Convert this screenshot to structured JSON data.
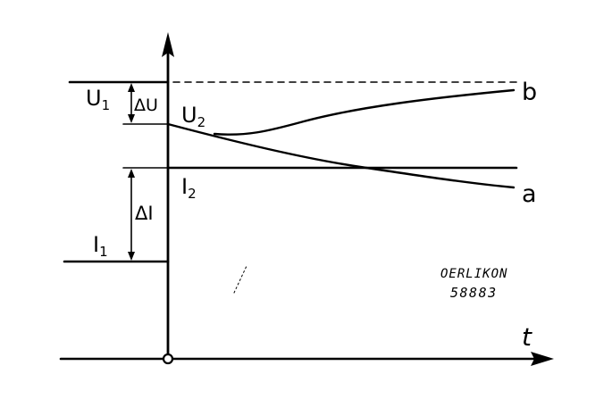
{
  "labels": {
    "u1": "U",
    "u1_sub": "1",
    "u2": "U",
    "u2_sub": "2",
    "delta_u": "ΔU",
    "i1": "I",
    "i1_sub": "1",
    "i2": "I",
    "i2_sub": "2",
    "delta_i": "ΔI",
    "time_axis": "t",
    "curve_a": "a",
    "curve_b": "b"
  },
  "stamp": {
    "line1": "OERLIKON",
    "line2": "58883"
  },
  "colors": {
    "ink": "#000000",
    "paper": "#ffffff"
  }
}
